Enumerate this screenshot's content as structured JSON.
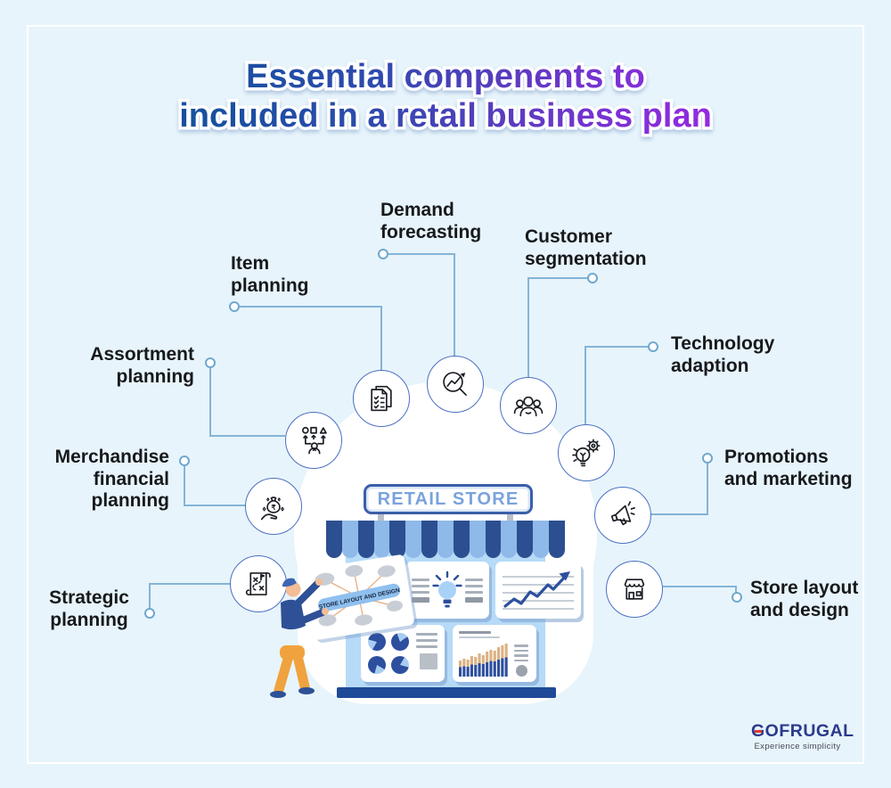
{
  "title": {
    "line1": "Essential compenents to",
    "line2": "included in a retail business plan"
  },
  "components": [
    {
      "id": "demand-forecasting",
      "label": "Demand\nforecasting",
      "icon": "magnifier-trend-icon"
    },
    {
      "id": "item-planning",
      "label": "Item\nplanning",
      "icon": "checklist-icon"
    },
    {
      "id": "customer-segmentation",
      "label": "Customer\nsegmentation",
      "icon": "people-group-icon"
    },
    {
      "id": "assortment-planning",
      "label": "Assortment\nplanning",
      "icon": "shapes-person-icon"
    },
    {
      "id": "technology-adaption",
      "label": "Technology\nadaption",
      "icon": "bulb-gear-icon"
    },
    {
      "id": "merchandise-financial-planning",
      "label": "Merchandise\nfinancial\nplanning",
      "icon": "money-bag-hand-icon"
    },
    {
      "id": "promotions-and-marketing",
      "label": "Promotions\nand marketing",
      "icon": "megaphone-icon"
    },
    {
      "id": "strategic-planning",
      "label": "Strategic\nplanning",
      "icon": "strategy-scroll-icon"
    },
    {
      "id": "store-layout-and-design",
      "label": "Store layout\nand design",
      "icon": "storefront-icon"
    }
  ],
  "store": {
    "sign_text": "RETAIL STORE",
    "poster_text": "STORE LAYOUT AND DESIGN"
  },
  "footer": {
    "brand": "GOFRUGAL",
    "tagline": "Experience simplicity"
  },
  "colors": {
    "background": "#e7f4fb",
    "connector_line": "#84b4d6",
    "icon_circle_border": "#4c70c4",
    "awning_dark": "#2b4f90",
    "awning_light": "#8fb9e9",
    "store_body": "#b6daf7",
    "store_base": "#1e4a97",
    "sign_text_color": "#7aa3dc",
    "title_gradient_start": "#17509f",
    "title_gradient_end": "#b21eea",
    "brand_navy": "#2b3a8c",
    "brand_red": "#e2382c"
  }
}
